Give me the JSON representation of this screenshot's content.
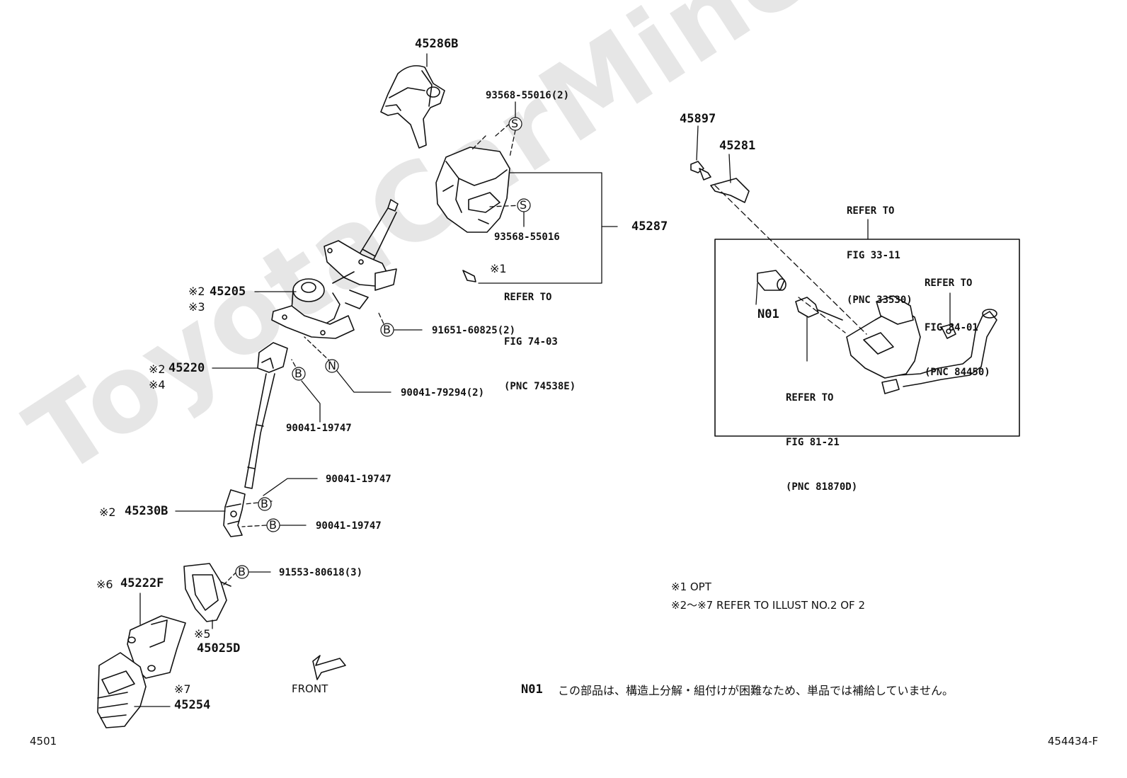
{
  "watermark": "ToyotaCarMine.ru",
  "markers": {
    "s": "S",
    "b": "B",
    "n": "N"
  },
  "marks": {
    "m1": "※1",
    "m2": "※2",
    "m3": "※3",
    "m4": "※4",
    "m5": "※5",
    "m6": "※6",
    "m7": "※7"
  },
  "parts": {
    "p45286b": "45286B",
    "p93568_55016_2": "93568-55016(2)",
    "p93568_55016": "93568-55016",
    "p45287": "45287",
    "p45205": "45205",
    "p91651_60825_2": "91651-60825(2)",
    "p45220": "45220",
    "p90041_79294_2": "90041-79294(2)",
    "p90041_19747": "90041-19747",
    "p45230b": "45230B",
    "p91553_80618_3": "91553-80618(3)",
    "p45222f": "45222F",
    "p45025d": "45025D",
    "p45254": "45254",
    "p45897": "45897",
    "p45281": "45281",
    "n01": "N01"
  },
  "refs": {
    "r1": {
      "l1": "REFER TO",
      "l2": "FIG 74-03",
      "l3": "(PNC 74538E)"
    },
    "r2": {
      "l1": "REFER TO",
      "l2": "FIG 33-11",
      "l3": "(PNC 33530)"
    },
    "r3": {
      "l1": "REFER TO",
      "l2": "FIG 84-01",
      "l3": "(PNC 84450)"
    },
    "r4": {
      "l1": "REFER TO",
      "l2": "FIG 81-21",
      "l3": "(PNC 81870D)"
    }
  },
  "front_label": "FRONT",
  "notes": {
    "n1": "※1 OPT",
    "n2": "※2～※7 REFER TO ILLUST NO.2 OF 2"
  },
  "n01_note": "この部品は、構造上分解・組付けが困難なため、単品では補給していません。",
  "page_number": "4501",
  "illustration_id": "454434-F"
}
